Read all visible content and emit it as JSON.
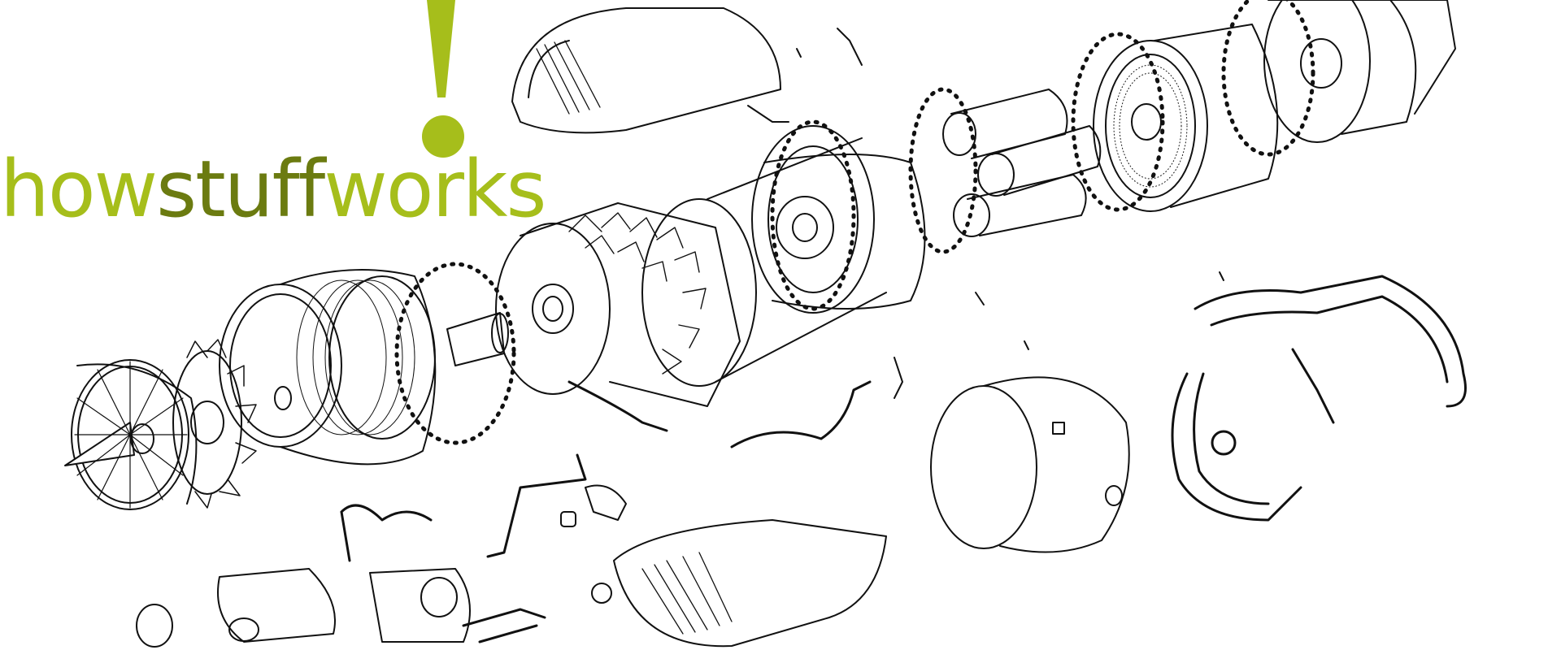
{
  "logo": {
    "part1": "how",
    "part2": "stuff",
    "part3": "works",
    "colors": {
      "primary": "#a6be1b",
      "secondary": "#6b7b10"
    },
    "mark_icon": "exclamation-icon"
  },
  "diagram": {
    "subject": "exploded-turbofan-jet-engine",
    "line_color": "#111111",
    "background": "#ffffff"
  }
}
